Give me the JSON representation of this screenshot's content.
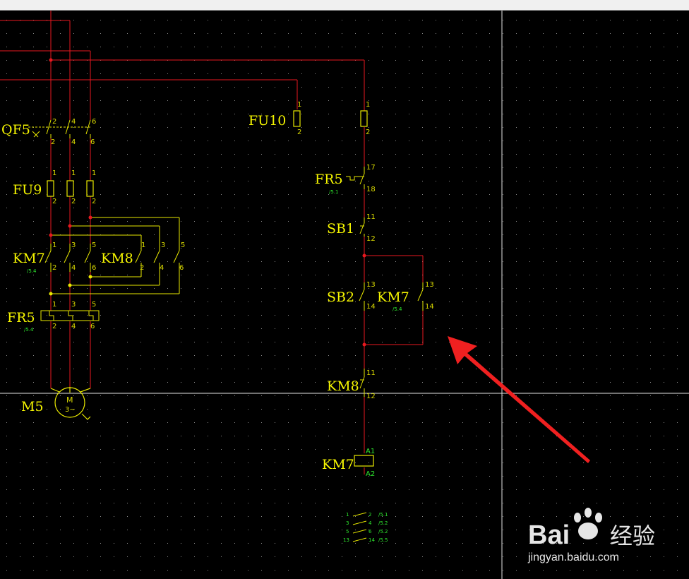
{
  "diagram": {
    "left_circuit": {
      "breaker": {
        "label": "QF5",
        "terminals_top": [
          "2",
          "4",
          "6"
        ],
        "terminals_bottom": [
          "2",
          "4",
          "6"
        ]
      },
      "fuses": {
        "label": "FU9",
        "top": [
          "1",
          "1",
          "1"
        ],
        "bottom": [
          "2",
          "2",
          "2"
        ]
      },
      "contactor_a": {
        "label": "KM7",
        "ref": "/5.4",
        "top": [
          "1",
          "3",
          "5"
        ],
        "bottom": [
          "2",
          "4",
          "6"
        ]
      },
      "contactor_b": {
        "label": "KM8",
        "top": [
          "1",
          "3",
          "5"
        ],
        "bottom": [
          "2",
          "4",
          "6"
        ]
      },
      "overload": {
        "label": "FR5",
        "ref": "/5.4",
        "top": [
          "1",
          "3",
          "5"
        ],
        "bottom": [
          "2",
          "4",
          "6"
        ]
      },
      "motor": {
        "label": "M5",
        "symbol": "M",
        "phase": "3~"
      }
    },
    "control_circuit": {
      "fuse_left": {
        "label": "FU10",
        "top": "1",
        "bottom": "2"
      },
      "fuse_right": {
        "top": "1",
        "bottom": "2"
      },
      "overload_contact": {
        "label": "FR5",
        "ref": "/5.1",
        "top": "17",
        "bottom": "18"
      },
      "stop_button": {
        "label": "SB1",
        "top": "11",
        "bottom": "12"
      },
      "start_button": {
        "label": "SB2",
        "top": "13",
        "bottom": "14"
      },
      "hold_contact": {
        "label": "KM7",
        "ref": "/5.4",
        "top": "13",
        "bottom": "14"
      },
      "interlock": {
        "label": "KM8",
        "top": "11",
        "bottom": "12"
      },
      "coil": {
        "label": "KM7",
        "top": "A1",
        "bottom": "A2"
      },
      "contact_table": [
        {
          "a": "1",
          "b": "2",
          "ref": "/5.1"
        },
        {
          "a": "3",
          "b": "4",
          "ref": "/5.2"
        },
        {
          "a": "5",
          "b": "6",
          "ref": "/5.2"
        },
        {
          "a": "13",
          "b": "14",
          "ref": "/5.5"
        }
      ]
    }
  },
  "watermark": {
    "brand": "Bai",
    "brand_cn": "经验",
    "url": "jingyan.baidu.com"
  },
  "colors": {
    "background": "#000000",
    "wire": "#e8181f",
    "component": "#f5f500",
    "terminal": "#2ee82e",
    "crosshair": "#ffffff",
    "arrow": "#f02020"
  }
}
